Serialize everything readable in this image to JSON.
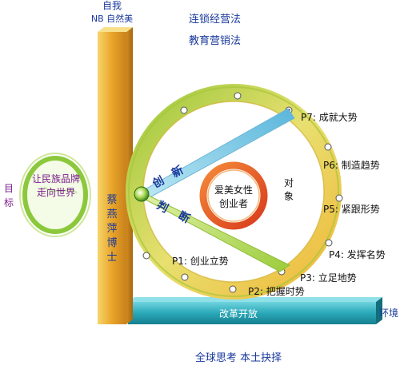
{
  "pillar": {
    "top_line1": "自我",
    "top_line2": "NB 自然美",
    "name_chars": [
      "蔡",
      "燕",
      "萍",
      "博",
      "士"
    ]
  },
  "top_methods": [
    "连锁经营法",
    "教育营销法"
  ],
  "goal": {
    "label": [
      "目",
      "标"
    ],
    "circle_lines": [
      "让民族品牌",
      "走向世界"
    ]
  },
  "ring_labels": {
    "innovate": [
      "创",
      "新"
    ],
    "judge": [
      "判",
      "断"
    ],
    "object": [
      "对",
      "象"
    ]
  },
  "center_target": [
    "爱美女性",
    "创业者"
  ],
  "steps": [
    {
      "id": "P1",
      "text": "P1: 创业立势"
    },
    {
      "id": "P2",
      "text": "P2: 把握时势"
    },
    {
      "id": "P3",
      "text": "P3: 立足地势"
    },
    {
      "id": "P4",
      "text": "P4: 发挥名势"
    },
    {
      "id": "P5",
      "text": "P5: 紧跟形势"
    },
    {
      "id": "P6",
      "text": "P6: 制造趋势"
    },
    {
      "id": "P7",
      "text": "P7: 成就大势"
    }
  ],
  "base": {
    "label": "改革开放",
    "environment": "环境"
  },
  "footer": "全球思考  本土抉择",
  "colors": {
    "text_blue": "#1a3a9c",
    "text_purple": "#7a1e8c",
    "pillar": "#e8a62a",
    "base": "#2aa8b8",
    "ring": "#c8d84a",
    "center_ring": "#e8582a"
  }
}
